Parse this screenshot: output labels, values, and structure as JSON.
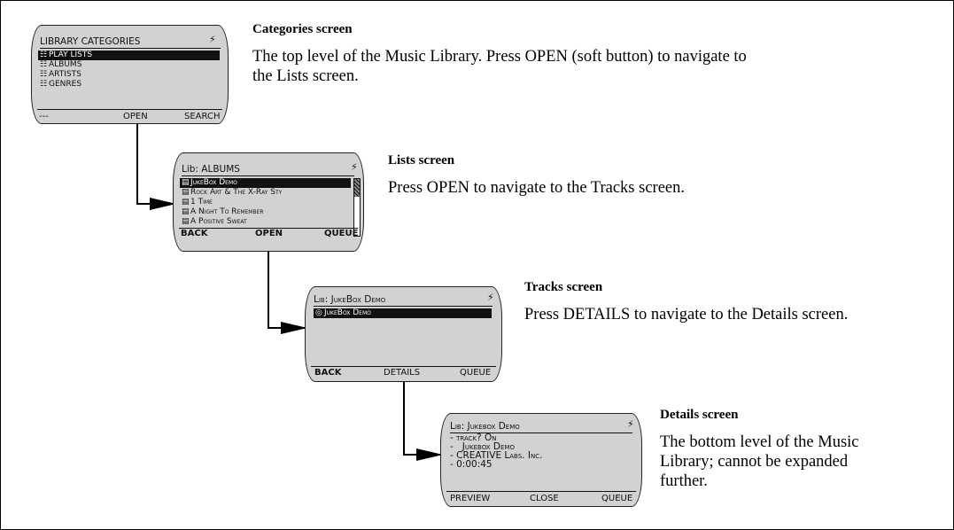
{
  "screens": [
    {
      "title": "LIBRARY CATEGORIES",
      "icon": "plug-icon",
      "items": [
        {
          "icon": "folder-tree-icon",
          "label": "PLAY LISTS",
          "selected": true
        },
        {
          "icon": "folder-tree-icon",
          "label": "ALBUMS",
          "selected": false
        },
        {
          "icon": "folder-tree-icon",
          "label": "ARTISTS",
          "selected": false
        },
        {
          "icon": "folder-tree-icon",
          "label": "GENRES",
          "selected": false
        }
      ],
      "softkeys": [
        "---",
        "OPEN",
        "SEARCH"
      ],
      "heading": "Categories screen",
      "description": "The top level of the Music Library.  Press OPEN (soft button) to navigate to the Lists screen."
    },
    {
      "title": "Lib: ALBUMS",
      "icon": "plug-icon",
      "items": [
        {
          "icon": "album-icon",
          "label": "JukeBox Demo",
          "selected": true
        },
        {
          "icon": "album-icon",
          "label": "Rock Art & The X-Ray Sty",
          "selected": false
        },
        {
          "icon": "album-icon",
          "label": "1 Time",
          "selected": false
        },
        {
          "icon": "album-icon",
          "label": "A Night To Remember",
          "selected": false
        },
        {
          "icon": "album-icon",
          "label": "A Positive Sweat",
          "selected": false
        }
      ],
      "softkeys": [
        "BACK",
        "OPEN",
        "QUEUE"
      ],
      "heading": "Lists screen",
      "description": "Press OPEN to navigate to the Tracks screen."
    },
    {
      "title": "Lib: JukeBox Demo",
      "icon": "plug-icon",
      "items": [
        {
          "icon": "track-icon",
          "label": "JukeBox Demo",
          "selected": true
        }
      ],
      "softkeys": [
        "BACK",
        "DETAILS",
        "QUEUE"
      ],
      "heading": "Tracks screen",
      "description": "Press DETAILS to navigate to the Details screen."
    },
    {
      "title": "Lib: Jukebox Demo",
      "icon": "plug-icon",
      "items": [
        {
          "icon": "",
          "label": "- track? On",
          "selected": false
        },
        {
          "icon": "",
          "label": "-   Jukebox Demo",
          "selected": false
        },
        {
          "icon": "",
          "label": "- CREATIVE Labs. Inc.",
          "selected": false
        },
        {
          "icon": "",
          "label": "- 0:00:45",
          "selected": false
        }
      ],
      "softkeys": [
        "PREVIEW",
        "CLOSE",
        "QUEUE"
      ],
      "heading": "Details screen",
      "description": "The bottom level of the Music Library; cannot be expanded further."
    }
  ]
}
